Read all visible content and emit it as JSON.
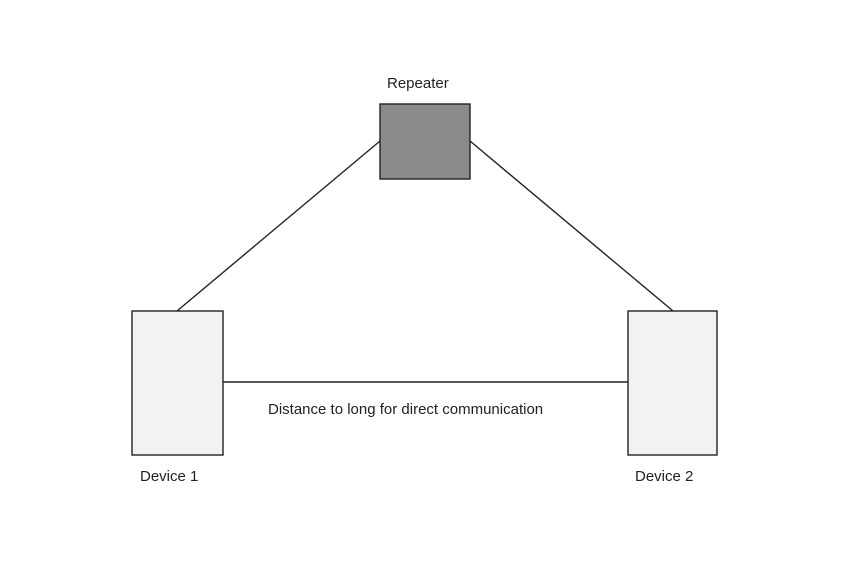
{
  "nodes": {
    "repeater": {
      "label": "Repeater"
    },
    "device1": {
      "label": "Device 1"
    },
    "device2": {
      "label": "Device 2"
    }
  },
  "edges": {
    "direct_link": {
      "label": "Distance to long for direct communication"
    }
  },
  "colors": {
    "repeater_fill": "#8a8a8a",
    "device_fill": "#f2f2f2",
    "stroke": "#222222",
    "background": "#ffffff"
  }
}
